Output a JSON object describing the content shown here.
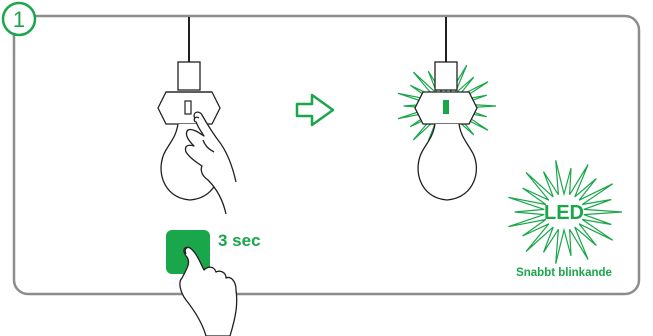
{
  "step": {
    "number": "1"
  },
  "press": {
    "duration": "3 sec"
  },
  "indicator": {
    "led_label": "LED",
    "caption": "Snabbt blinkande"
  },
  "colors": {
    "accent_green": "#1aa64a",
    "outline": "#231f20",
    "frame": "#8c8c8c"
  },
  "icons": [
    "hand-icon",
    "arrow-right-icon",
    "flash-burst-icon",
    "button-icon",
    "pointing-finger-icon"
  ]
}
